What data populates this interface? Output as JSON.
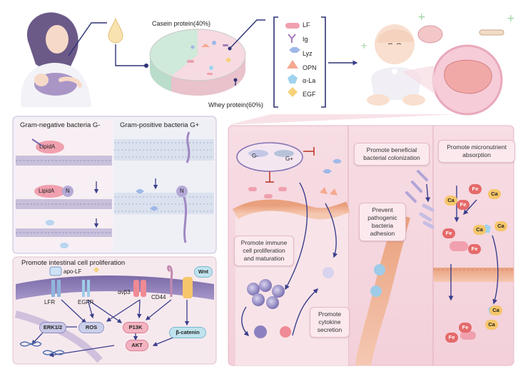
{
  "composition": {
    "casein": "Casein protein(40%)",
    "whey": "Whey protein(60%)"
  },
  "legend": [
    {
      "label": "LF",
      "icon": "lactoferrin-icon",
      "color": "#f0a0ae"
    },
    {
      "label": "Ig",
      "icon": "immunoglobulin-icon",
      "color": "#a47bb8"
    },
    {
      "label": "Lyz",
      "icon": "lysozyme-icon",
      "color": "#9fb8e8"
    },
    {
      "label": "OPN",
      "icon": "osteopontin-icon",
      "color": "#f5a98f"
    },
    {
      "label": "α-La",
      "icon": "alpha-lactalbumin-icon",
      "color": "#9fd3ee"
    },
    {
      "label": "EGF",
      "icon": "egf-icon",
      "color": "#f6d27a"
    }
  ],
  "gram_negative": {
    "title": "Gram-negative bacteria G-",
    "lipid": "LipidA",
    "lipid2": "LipidA",
    "n": "N"
  },
  "gram_positive": {
    "title": "Gram-positive bacteria G+",
    "n": "N"
  },
  "proliferation": {
    "title": "Promote intestinal cell proliferation",
    "apo": "apo-LF",
    "lfr": "LFR",
    "egfr": "EGFR",
    "avb3": "αvβ3",
    "cd44": "CD44",
    "wnt": "Wnt",
    "erk": "ERK1/2",
    "ros": "ROS",
    "p13k": "P13K",
    "akt": "AKT",
    "catenin": "β-catenin"
  },
  "gut": {
    "g_minus": "G-",
    "g_plus": "G+",
    "immune": "Promote immune cell proliferation and maturation",
    "cytokine": "Promote cytokine secretion",
    "beneficial": "Promote beneficial bacterial colonization",
    "pathogenic": "Prevent pathogenic bacteria adhesion",
    "micronutrient": "Promote micronutrient absorption"
  },
  "minerals": {
    "ca": "Ca",
    "fe": "Fe"
  }
}
